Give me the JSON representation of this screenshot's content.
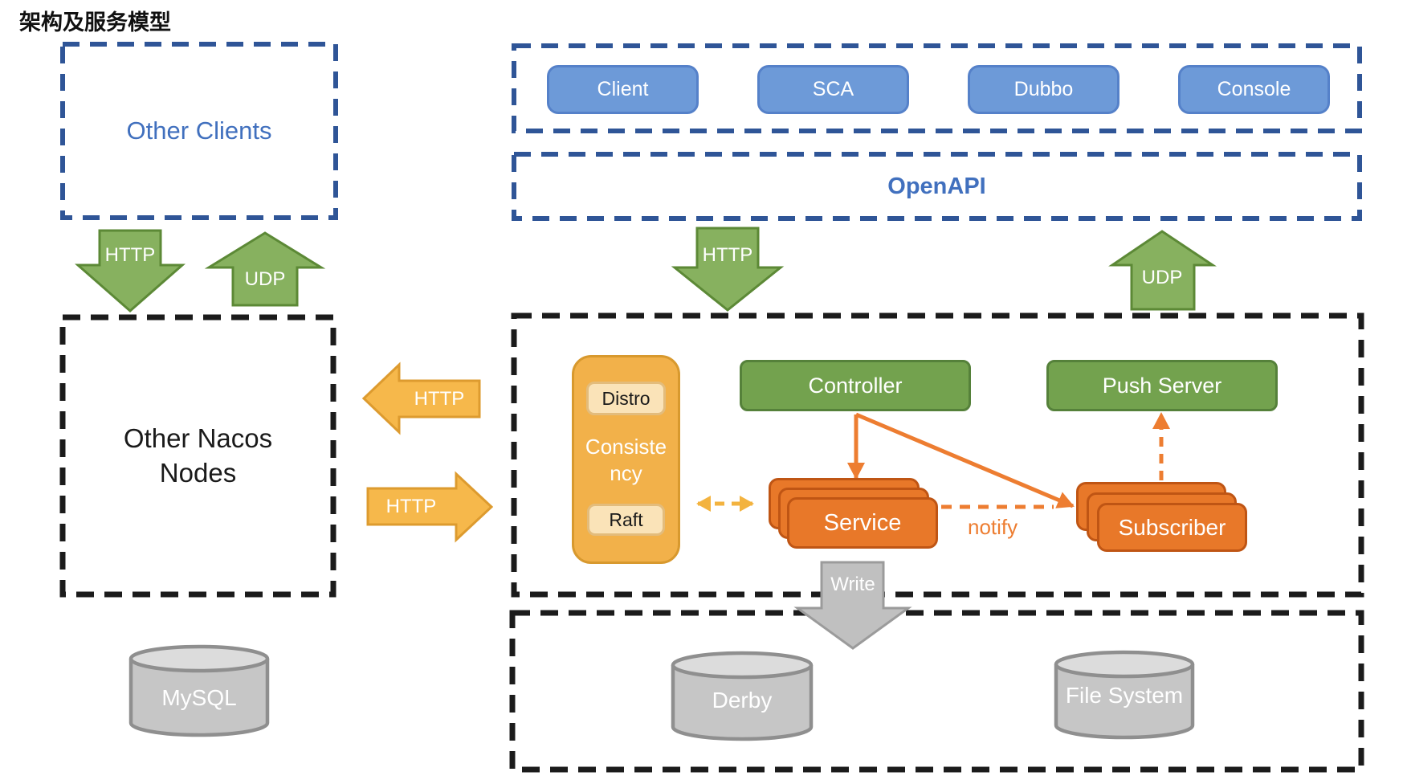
{
  "title": "架构及服务模型",
  "palette": {
    "blue_fill": "#6D9AD8",
    "blue_border": "#5581C9",
    "blue_dash": "#2F5597",
    "blue_text": "#4170BE",
    "green_arrow": "#87B15F",
    "green_box": "#73A24E",
    "orange_arrow": "#F6B84B",
    "orange_box": "#E87829",
    "orange_line": "#ED7D31",
    "yellow_line": "#F3B33F",
    "gray_arrow": "#C0C0C0",
    "black_dash": "#1B1B1B"
  },
  "other_clients": {
    "label": "Other Clients"
  },
  "top_bar": {
    "buttons": [
      {
        "label": "Client"
      },
      {
        "label": "SCA"
      },
      {
        "label": "Dubbo"
      },
      {
        "label": "Console"
      }
    ]
  },
  "openapi": {
    "label": "OpenAPI"
  },
  "other_nacos": {
    "label": "Other Nacos Nodes"
  },
  "arrows": {
    "left_http_down": "HTTP",
    "left_udp_up": "UDP",
    "right_http_down": "HTTP",
    "right_udp_up": "UDP",
    "nacos_http_in": "HTTP",
    "nacos_http_out": "HTTP",
    "write": "Write",
    "notify": "notify"
  },
  "core": {
    "consistency": {
      "label": "Consistency",
      "modules": [
        {
          "label": "Distro"
        },
        {
          "label": "Raft"
        }
      ]
    },
    "controller": {
      "label": "Controller"
    },
    "push_server": {
      "label": "Push Server"
    },
    "service": {
      "label": "Service"
    },
    "subscriber": {
      "label": "Subscriber"
    }
  },
  "storage": {
    "mysql": {
      "label": "MySQL"
    },
    "derby": {
      "label": "Derby"
    },
    "file_system": {
      "label": "File System"
    }
  }
}
